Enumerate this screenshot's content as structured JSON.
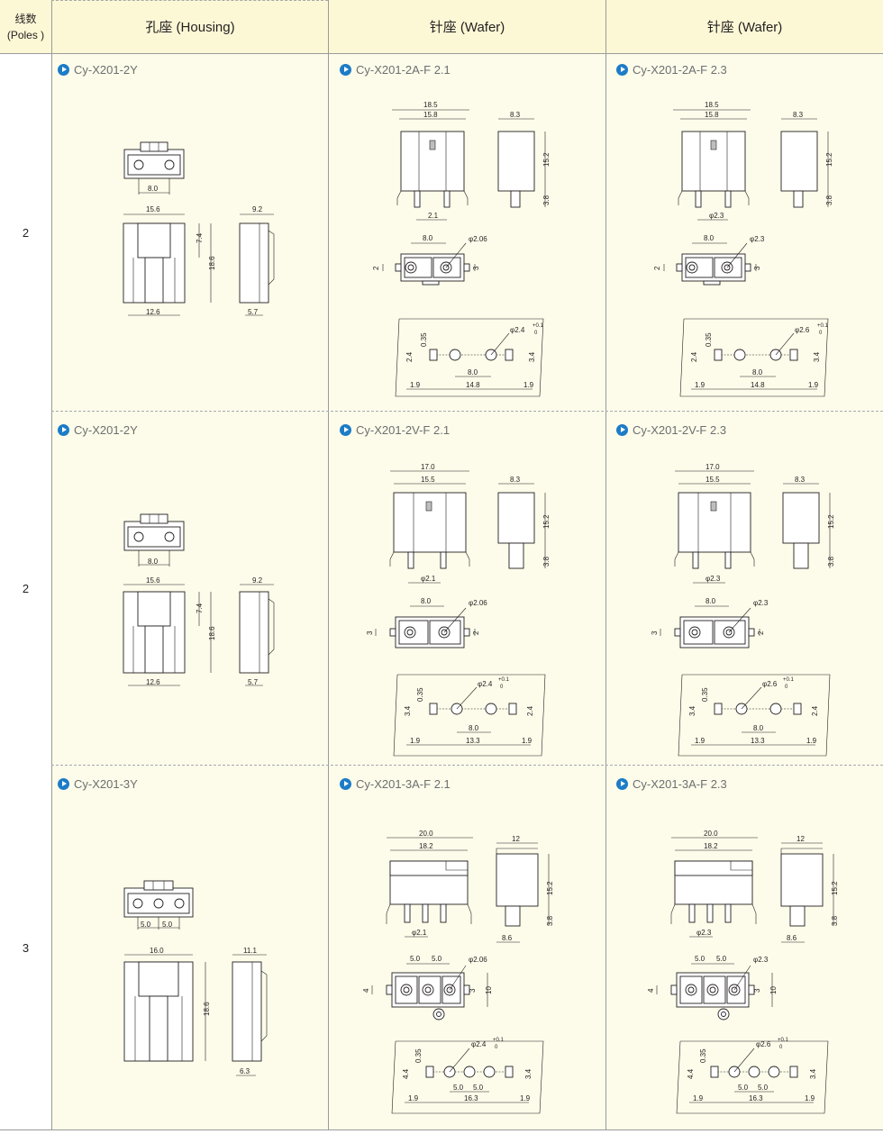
{
  "header": {
    "poles_cn": "线数",
    "poles_en": "(Poles )",
    "housing": "孔座 (Housing)",
    "wafer_a": "针座 (Wafer)",
    "wafer_b": "针座 (Wafer)"
  },
  "rows": [
    {
      "poles": "2",
      "housing": {
        "title": "Cy-X201-2Y",
        "pitch": "8.0",
        "width": "15.6",
        "bottom": "12.6",
        "h1": "7.4",
        "h2": "18.6",
        "side_top": "9.2",
        "side_bottom": "5.7"
      },
      "wafer_a": {
        "title": "Cy-X201-2A-F 2.1",
        "w1": "18.5",
        "w2": "15.8",
        "depth": "8.3",
        "height": "15.2",
        "pin": "3.8",
        "pin_dia": "2.1",
        "pitch": "8.0",
        "hole": "φ2.06",
        "left": "2",
        "right": "3",
        "pcb_hole": "φ2.4",
        "pcb_tol_up": "+0.1",
        "pcb_tol_dn": "0",
        "pcb_a": "0.35",
        "pcb_b": "2.4",
        "pcb_c": "3.4",
        "pcb_pitch": "8.0",
        "pcb_e1": "1.9",
        "pcb_span": "14.8",
        "pcb_e2": "1.9"
      },
      "wafer_b": {
        "title": "Cy-X201-2A-F 2.3",
        "w1": "18.5",
        "w2": "15.8",
        "depth": "8.3",
        "height": "15.2",
        "pin": "3.8",
        "pin_dia": "φ2.3",
        "pitch": "8.0",
        "hole": "φ2.3",
        "left": "2",
        "right": "3",
        "pcb_hole": "φ2.6",
        "pcb_tol_up": "+0.1",
        "pcb_tol_dn": "0",
        "pcb_a": "0.35",
        "pcb_b": "2.4",
        "pcb_c": "3.4",
        "pcb_pitch": "8.0",
        "pcb_e1": "1.9",
        "pcb_span": "14.8",
        "pcb_e2": "1.9"
      }
    },
    {
      "poles": "2",
      "housing": {
        "title": "Cy-X201-2Y",
        "pitch": "8.0",
        "width": "15.6",
        "bottom": "12.6",
        "h1": "7.4",
        "h2": "18.6",
        "side_top": "9.2",
        "side_bottom": "5.7"
      },
      "wafer_a": {
        "title": "Cy-X201-2V-F 2.1",
        "w1": "17.0",
        "w2": "15.5",
        "depth": "8.3",
        "height": "15.2",
        "pin": "3.8",
        "pin_dia": "φ2.1",
        "pitch": "8.0",
        "hole": "φ2.06",
        "left": "3",
        "right": "2",
        "pcb_hole": "φ2.4",
        "pcb_tol_up": "+0.1",
        "pcb_tol_dn": "0",
        "pcb_a": "0.35",
        "pcb_b": "3.4",
        "pcb_c": "2.4",
        "pcb_pitch": "8.0",
        "pcb_e1": "1.9",
        "pcb_span": "13.3",
        "pcb_e2": "1.9"
      },
      "wafer_b": {
        "title": "Cy-X201-2V-F 2.3",
        "w1": "17.0",
        "w2": "15.5",
        "depth": "8.3",
        "height": "15.2",
        "pin": "3.8",
        "pin_dia": "φ2.3",
        "pitch": "8.0",
        "hole": "φ2.3",
        "left": "3",
        "right": "2",
        "pcb_hole": "φ2.6",
        "pcb_tol_up": "+0.1",
        "pcb_tol_dn": "0",
        "pcb_a": "0.35",
        "pcb_b": "3.4",
        "pcb_c": "2.4",
        "pcb_pitch": "8.0",
        "pcb_e1": "1.9",
        "pcb_span": "13.3",
        "pcb_e2": "1.9"
      }
    },
    {
      "poles": "3",
      "housing": {
        "title": "Cy-X201-3Y",
        "pitch1": "5.0",
        "pitch2": "5.0",
        "width": "16.0",
        "h2": "18.6",
        "side_top": "11.1",
        "side_bottom": "6.3"
      },
      "wafer_a": {
        "title": "Cy-X201-3A-F 2.1",
        "w1": "20.0",
        "w2": "18.2",
        "depth": "12",
        "height": "15.2",
        "pin": "3.8",
        "side_bottom": "8.6",
        "pin_dia": "φ2.1",
        "pitch1": "5.0",
        "pitch2": "5.0",
        "hole": "φ2.06",
        "left": "4",
        "right1": "3",
        "right2": "10",
        "pcb_hole": "φ2.4",
        "pcb_tol_up": "+0.1",
        "pcb_tol_dn": "0",
        "pcb_a": "0.35",
        "pcb_b": "4.4",
        "pcb_c": "3.4",
        "pcb_pitch1": "5.0",
        "pcb_pitch2": "5.0",
        "pcb_e1": "1.9",
        "pcb_span": "16.3",
        "pcb_e2": "1.9"
      },
      "wafer_b": {
        "title": "Cy-X201-3A-F 2.3",
        "w1": "20.0",
        "w2": "18.2",
        "depth": "12",
        "height": "15.2",
        "pin": "3.8",
        "side_bottom": "8.6",
        "pin_dia": "φ2.3",
        "pitch1": "5.0",
        "pitch2": "5.0",
        "hole": "φ2.3",
        "left": "4",
        "right1": "3",
        "right2": "10",
        "pcb_hole": "φ2.6",
        "pcb_tol_up": "+0.1",
        "pcb_tol_dn": "0",
        "pcb_a": "0.35",
        "pcb_b": "4.4",
        "pcb_c": "3.4",
        "pcb_pitch1": "5.0",
        "pcb_pitch2": "5.0",
        "pcb_e1": "1.9",
        "pcb_span": "16.3",
        "pcb_e2": "1.9"
      }
    }
  ]
}
